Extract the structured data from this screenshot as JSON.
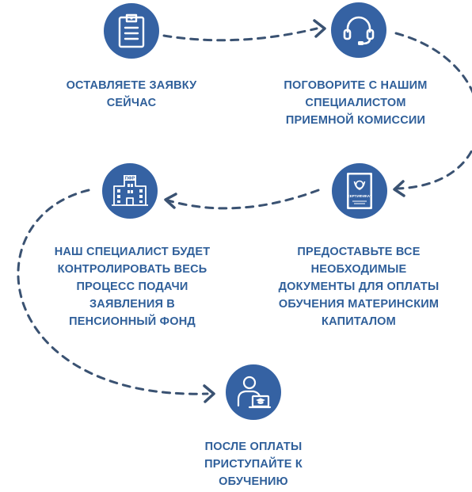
{
  "steps": [
    {
      "icon": "clipboard-icon",
      "lines": [
        "ОСТАВЛЯЕТЕ ЗАЯВКУ",
        "СЕЙЧАС"
      ]
    },
    {
      "icon": "headset-icon",
      "lines": [
        "ПОГОВОРИТЕ С НАШИМ",
        "СПЕЦИАЛИСТОМ",
        "ПРИЕМНОЙ КОМИССИИ"
      ]
    },
    {
      "icon": "certificate-document-icon",
      "certificate_text": "СЕРТИФИКАТ",
      "lines": [
        "ПРЕДОСТАВЬТЕ ВСЕ",
        "НЕОБХОДИМЫЕ",
        "ДОКУМЕНТЫ ДЛЯ ОПЛАТЫ",
        "ОБУЧЕНИЯ МАТЕРИНСКИМ",
        "КАПИТАЛОМ"
      ]
    },
    {
      "icon": "pension-fund-building-icon",
      "building_sign": "ПФР",
      "lines": [
        "НАШ СПЕЦИАЛИСТ БУДЕТ",
        "КОНТРОЛИРОВАТЬ ВЕСЬ",
        "ПРОЦЕСС ПОДАЧИ",
        "ЗАЯВЛЕНИЯ В",
        "ПЕНСИОННЫЙ ФОНД"
      ]
    },
    {
      "icon": "student-laptop-icon",
      "lines": [
        "ПОСЛЕ ОПЛАТЫ",
        "ПРИСТУПАЙТЕ К",
        "ОБУЧЕНИЮ"
      ]
    }
  ],
  "colors": {
    "accent": "#3562a3",
    "text": "#2f5f9a",
    "connector": "#3a5272",
    "background": "#ffffff"
  }
}
